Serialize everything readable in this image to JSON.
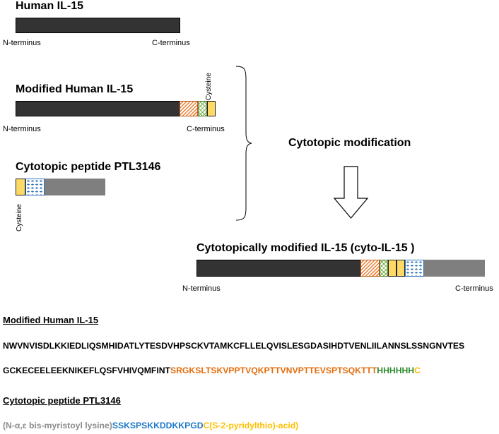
{
  "human": {
    "title": "Human IL-15",
    "n_label": "N-terminus",
    "c_label": "C-terminus"
  },
  "modified": {
    "title": "Modified Human IL-15",
    "cysteine_label": "Cysteine",
    "n_label": "N-terminus",
    "c_label": "C-terminus"
  },
  "peptide": {
    "title": "Cytotopic peptide PTL3146",
    "cysteine_label": "Cysteine"
  },
  "process": {
    "label": "Cytotopic modification"
  },
  "cyto": {
    "title": "Cytotopically modified IL-15 (cyto-IL-15 )",
    "n_label": "N-terminus",
    "c_label": "C-terminus"
  },
  "sequences": {
    "modified_title": "Modified Human IL-15",
    "line1": "NWVNVISDLKKIEDLIQSMHIDATLYTESDVHPSCKVTAMKCFLLELQVISLESGDASIHDTVENLIILANNSLSSNGNVTES",
    "line2_black": "GCKECEELEEKNIKEFLQSFVHIVQMFINT",
    "line2_orange": "SRGKSLTSKVPPTVQKPTTVNVPTTEVSPTSQKTTT",
    "line2_green": "HHHHHH",
    "line2_yellow": "C",
    "peptide_title": "Cytotopic peptide PTL3146",
    "pep_grey": "(N-α,ε bis-myristoyl lysine)",
    "pep_blue": "SSKSPSKKDDKKPGD",
    "pep_yellow": "C(S-2-pyridylthio)-acid)"
  },
  "colors": {
    "dark_bar": "#333333",
    "grey_bar": "#7f7f7f",
    "orange": "#ed7d31",
    "green": "#70ad47",
    "yellow": "#ffd966",
    "blue": "#2e75b6"
  }
}
